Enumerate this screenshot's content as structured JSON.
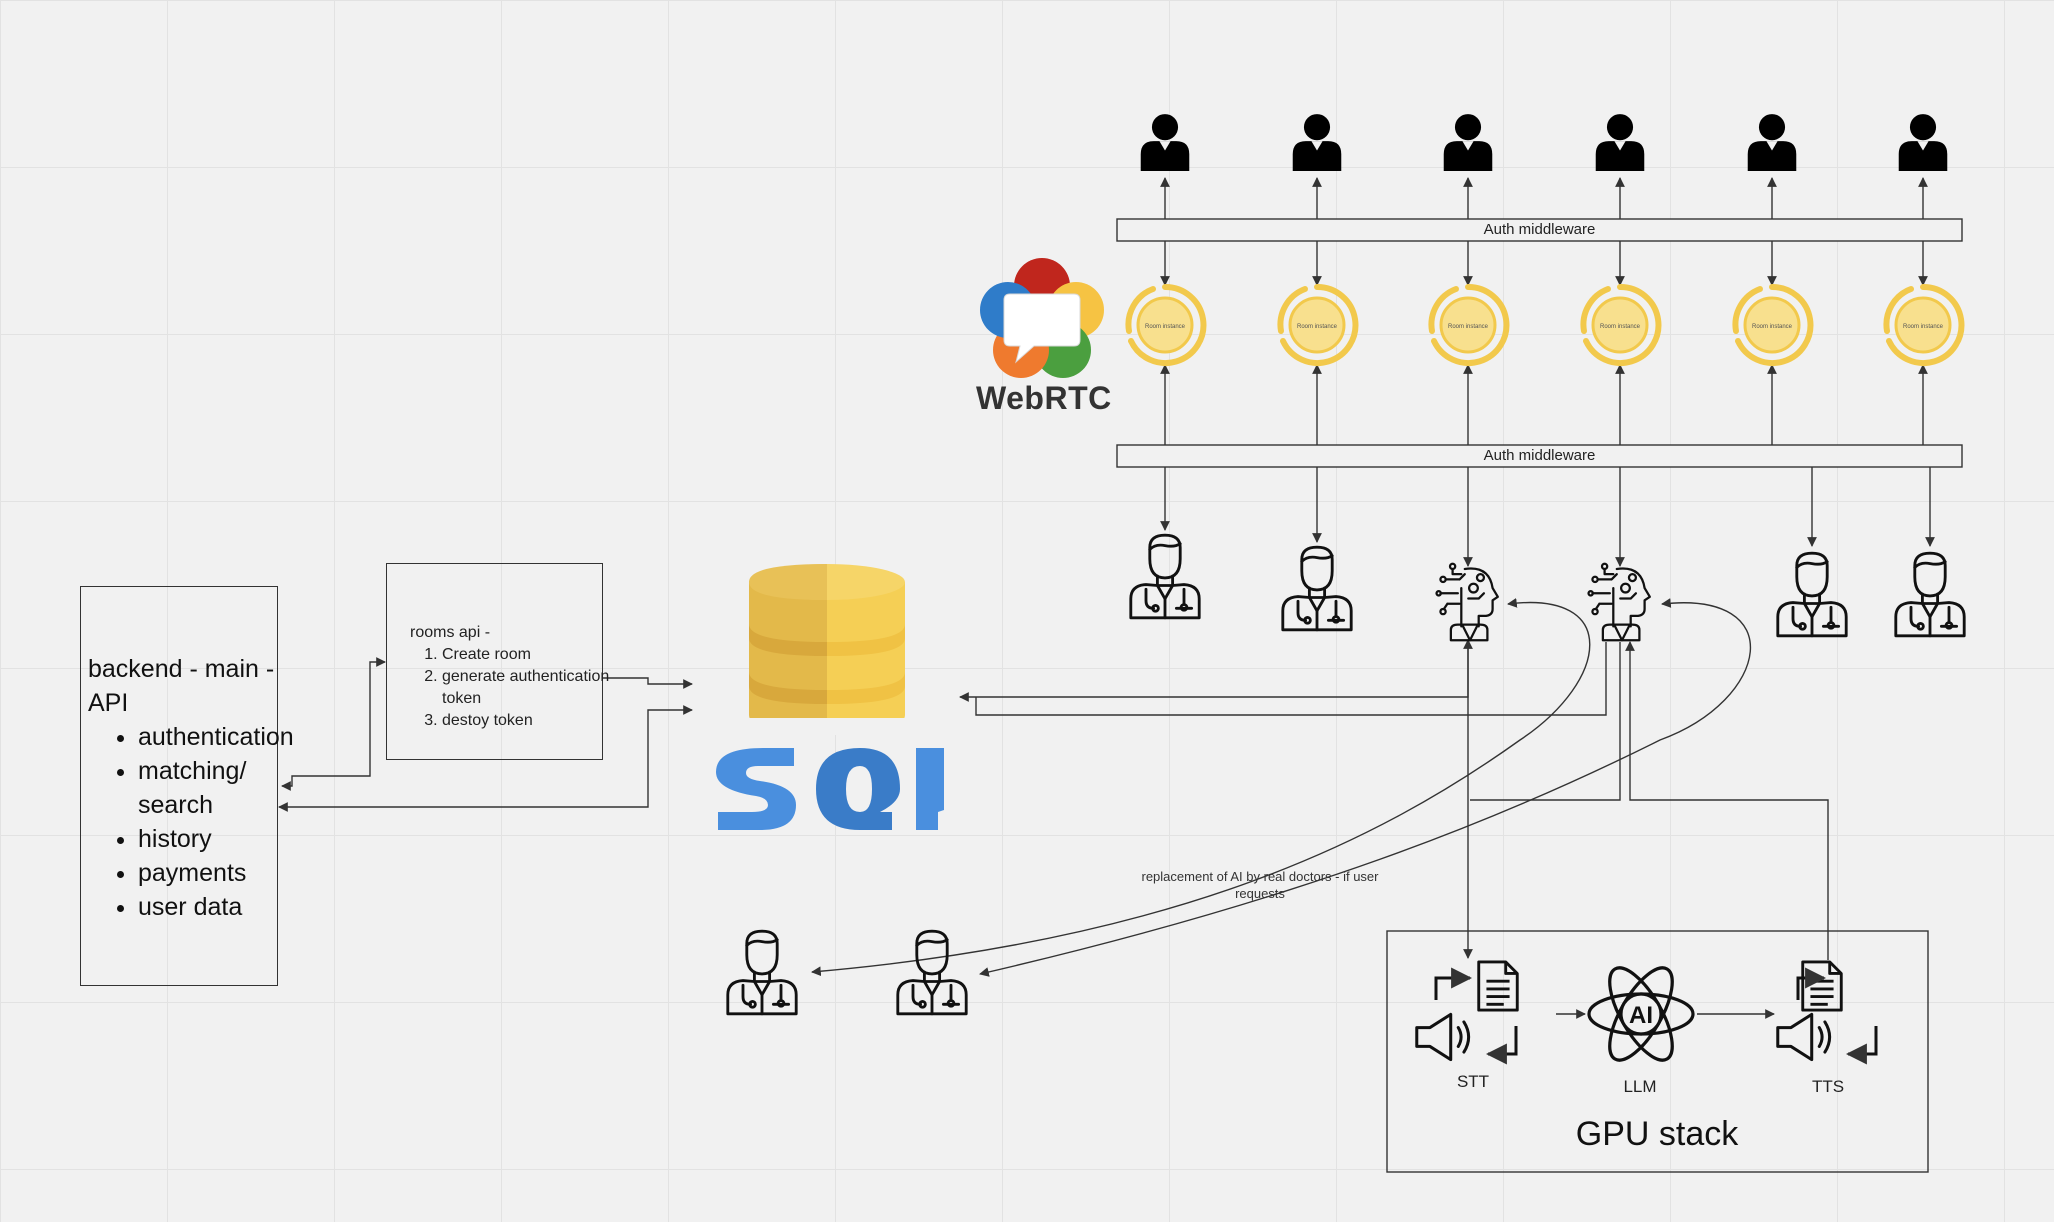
{
  "backend": {
    "title": "backend - main - API",
    "items": [
      "authentication",
      "matching/ search",
      "history",
      "payments",
      "user data"
    ]
  },
  "rooms_api": {
    "title": "rooms api -",
    "items": [
      "Create room",
      "generate authentication token",
      "destoy token"
    ]
  },
  "auth_bar_top": "Auth middleware",
  "auth_bar_bottom": "Auth middleware",
  "room_instance_label": "Room instance",
  "webrtc": {
    "label": "WebRTC"
  },
  "sql": {
    "label": "SQL"
  },
  "note": "replacement of AI by real doctors - if user requests",
  "gpu": {
    "title": "GPU stack",
    "stt": "STT",
    "llm": "LLM",
    "ai_badge": "AI",
    "tts": "TTS"
  },
  "icons": {
    "user": "user-icon",
    "doctor": "doctor-icon",
    "ai_doctor": "ai-doctor-icon",
    "room": "room-instance-icon",
    "database": "database-icon",
    "document": "document-icon",
    "speaker": "speaker-icon",
    "atom": "ai-atom-icon"
  },
  "colors": {
    "room_ring": "#f2c94c",
    "room_fill": "#f8e08e",
    "sql_blue": "#4a8fde",
    "sql_gold": "#f3c94b",
    "webrtc_red": "#c0261d",
    "webrtc_yellow": "#f6c343",
    "webrtc_green": "#4b9f3f",
    "webrtc_orange": "#ef7a2e",
    "webrtc_blue": "#2f7cc9"
  }
}
